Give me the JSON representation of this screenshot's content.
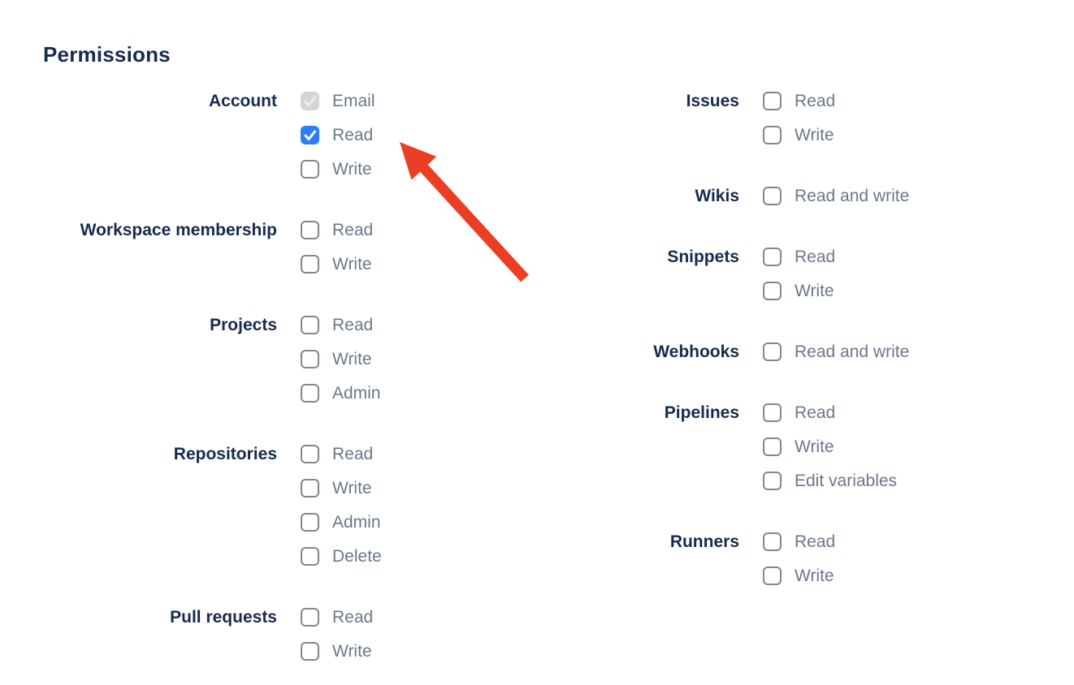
{
  "heading": "Permissions",
  "colors": {
    "heading_text": "#172B4D",
    "group_label_text": "#172B4D",
    "item_label_text": "#6B778C",
    "checkbox_checked_bg": "#2D7CF7",
    "checkbox_disabled_bg": "#D5D5D7",
    "checkbox_border": "#86868B",
    "arrow": "#EC3E24"
  },
  "annotation": {
    "arrow_icon": "red-arrow-annotation"
  },
  "columns": [
    {
      "groups": [
        {
          "label": "Account",
          "items": [
            {
              "label": "Email",
              "checked": true,
              "disabled": true
            },
            {
              "label": "Read",
              "checked": true,
              "disabled": false
            },
            {
              "label": "Write",
              "checked": false,
              "disabled": false
            }
          ]
        },
        {
          "label": "Workspace membership",
          "items": [
            {
              "label": "Read",
              "checked": false,
              "disabled": false
            },
            {
              "label": "Write",
              "checked": false,
              "disabled": false
            }
          ]
        },
        {
          "label": "Projects",
          "items": [
            {
              "label": "Read",
              "checked": false,
              "disabled": false
            },
            {
              "label": "Write",
              "checked": false,
              "disabled": false
            },
            {
              "label": "Admin",
              "checked": false,
              "disabled": false
            }
          ]
        },
        {
          "label": "Repositories",
          "items": [
            {
              "label": "Read",
              "checked": false,
              "disabled": false
            },
            {
              "label": "Write",
              "checked": false,
              "disabled": false
            },
            {
              "label": "Admin",
              "checked": false,
              "disabled": false
            },
            {
              "label": "Delete",
              "checked": false,
              "disabled": false
            }
          ]
        },
        {
          "label": "Pull requests",
          "items": [
            {
              "label": "Read",
              "checked": false,
              "disabled": false
            },
            {
              "label": "Write",
              "checked": false,
              "disabled": false
            }
          ]
        }
      ]
    },
    {
      "groups": [
        {
          "label": "Issues",
          "items": [
            {
              "label": "Read",
              "checked": false,
              "disabled": false
            },
            {
              "label": "Write",
              "checked": false,
              "disabled": false
            }
          ]
        },
        {
          "label": "Wikis",
          "items": [
            {
              "label": "Read and write",
              "checked": false,
              "disabled": false
            }
          ]
        },
        {
          "label": "Snippets",
          "items": [
            {
              "label": "Read",
              "checked": false,
              "disabled": false
            },
            {
              "label": "Write",
              "checked": false,
              "disabled": false
            }
          ]
        },
        {
          "label": "Webhooks",
          "items": [
            {
              "label": "Read and write",
              "checked": false,
              "disabled": false
            }
          ]
        },
        {
          "label": "Pipelines",
          "items": [
            {
              "label": "Read",
              "checked": false,
              "disabled": false
            },
            {
              "label": "Write",
              "checked": false,
              "disabled": false
            },
            {
              "label": "Edit variables",
              "checked": false,
              "disabled": false
            }
          ]
        },
        {
          "label": "Runners",
          "items": [
            {
              "label": "Read",
              "checked": false,
              "disabled": false
            },
            {
              "label": "Write",
              "checked": false,
              "disabled": false
            }
          ]
        }
      ]
    }
  ]
}
